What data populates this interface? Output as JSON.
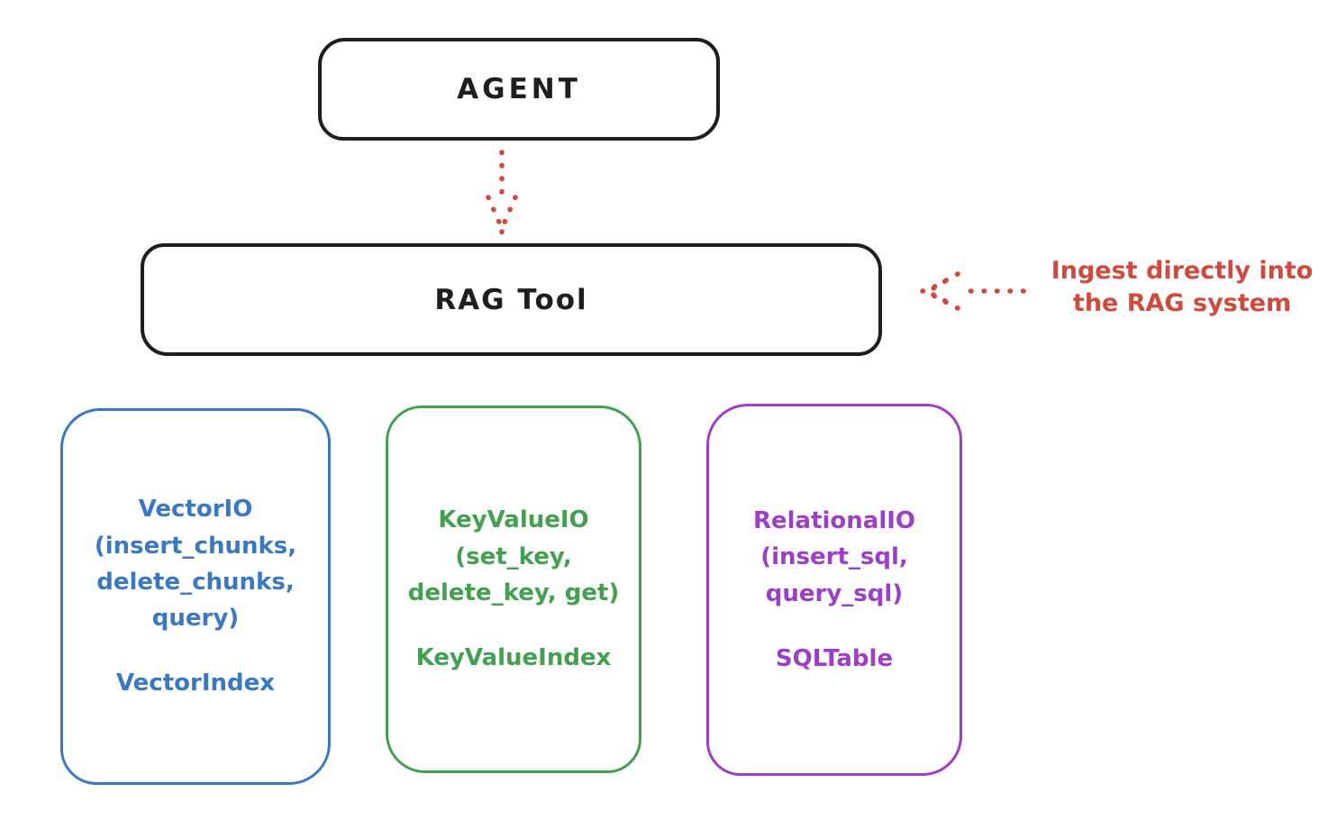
{
  "diagram": {
    "background_color": "#ffffff",
    "stroke_color": "#1e1e1e",
    "agent": {
      "label": "AGENT"
    },
    "rag_tool": {
      "label": "RAG Tool"
    },
    "annotation": {
      "line1": "Ingest directly into",
      "line2": "the RAG system",
      "color": "#cf4a3d"
    },
    "arrows": {
      "agent_to_rag": {
        "icon": "dotted-down-arrow",
        "color": "#cf4a3d"
      },
      "ingest": {
        "icon": "dotted-left-arrow",
        "color": "#cf4a3d"
      }
    },
    "backends": [
      {
        "color": "#3b78c2",
        "lines": [
          "VectorIO",
          "(insert_chunks,",
          "delete_chunks,",
          "query)"
        ],
        "index_label": "VectorIndex"
      },
      {
        "color": "#43a051",
        "lines": [
          "KeyValueIO",
          "(set_key,",
          "delete_key, get)"
        ],
        "index_label": "KeyValueIndex"
      },
      {
        "color": "#9d3ec6",
        "lines": [
          "RelationalIO",
          "(insert_sql,",
          "query_sql)"
        ],
        "index_label": "SQLTable"
      }
    ]
  }
}
